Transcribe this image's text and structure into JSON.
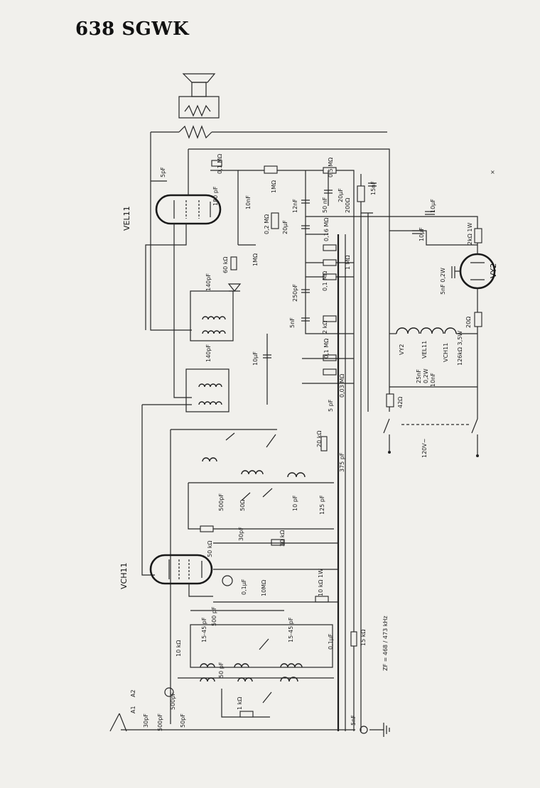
{
  "title": "638 SGWK",
  "tubes": {
    "vel11": "VEL11",
    "vch11": "VCH11",
    "vy2": "VY2"
  },
  "labels": {
    "cap_5pf_top": "5pF",
    "res_01_mohm": "0,1 MΩ",
    "cap_180pf": "180 pF",
    "cap_10nf": "10nF",
    "res_1mohm": "1MΩ",
    "res_05_mohm": "0,5 MΩ",
    "cap_12nf": "12nF",
    "cap_50_nf": "50 nF",
    "cap_20uf": "20µF",
    "res_200ohm": "200Ω",
    "cap_15nf": "15nF",
    "cap_10uf": "10µF",
    "cap_10uf_b": "10µF",
    "res_02_mohm": "0,2 MΩ",
    "cap_20uf_b": "20µF",
    "res_016_mohm": "0,16 MΩ",
    "res_2kohm_1w": "2kΩ 1W",
    "res_60kohm": "60 kΩ",
    "res_1_mohm_pot": "1MΩ",
    "res_1_mohm_b": "1 MΩ",
    "res_01_mohm_b": "0,1 MΩ",
    "cap_250pf": "250pF",
    "cap_140pf": "140pF",
    "cap_5nf": "5nF",
    "res_2kohm": "2 kΩ",
    "cap_5nf_vy2": "5nF 0,2W",
    "res_20ohm": "20Ω",
    "cap_10uf_c": "10µF",
    "res_01_mohm_c": "0,1 MΩ",
    "heater_vy2": "VY2",
    "heater_vel11": "VEL11",
    "heater_vch11": "VCH11",
    "res_126kohm": "126kΩ 3,5W",
    "cap_25nf": "25nF",
    "res_02w": "0,2W",
    "cap_10nf_b": "10nF",
    "cap_140pf_b": "140pF",
    "res_003_mohm": "0,03 MΩ",
    "res_42ohm": "42Ω",
    "cap_5_kpf": "5 pF",
    "mains": "120V~",
    "res_20kohm": "20 kΩ",
    "cap_375pf": "375 pF",
    "cap_500pf": "500pF",
    "cap_10pf": "10 pF",
    "cap_125pf": "125 pF",
    "cap_30pf": "30pF",
    "res_50ohm": "50Ω",
    "res_30kohm": "30 kΩ",
    "res_50kohm": "50 kΩ",
    "res_10mohm": "10MΩ",
    "cap_01uf": "0,1µF",
    "res_10kohm_1w": "10 kΩ 1W",
    "cap_500pf_b": "500 pF",
    "cap_15_45pf": "15-45 pF",
    "cap_15_45pf_b": "15-45 pF",
    "cap_01uf_b": "0,1µF",
    "res_15kohm": "15 kΩ",
    "if_freq": "ZF = 468 / 473 kHz",
    "res_10_kohm": "10 kΩ",
    "cap_50pf": "50 pF",
    "res_1kohm": "1 kΩ",
    "cap_5nf_gnd": "5nF",
    "ant_a1": "A1",
    "ant_a2": "A2",
    "cap_30pf_ant": "30pF",
    "cap_500pf_ant": "500pF",
    "cap_500pf_ant2": "500pF",
    "cap_50pf_ant": "50pF"
  }
}
